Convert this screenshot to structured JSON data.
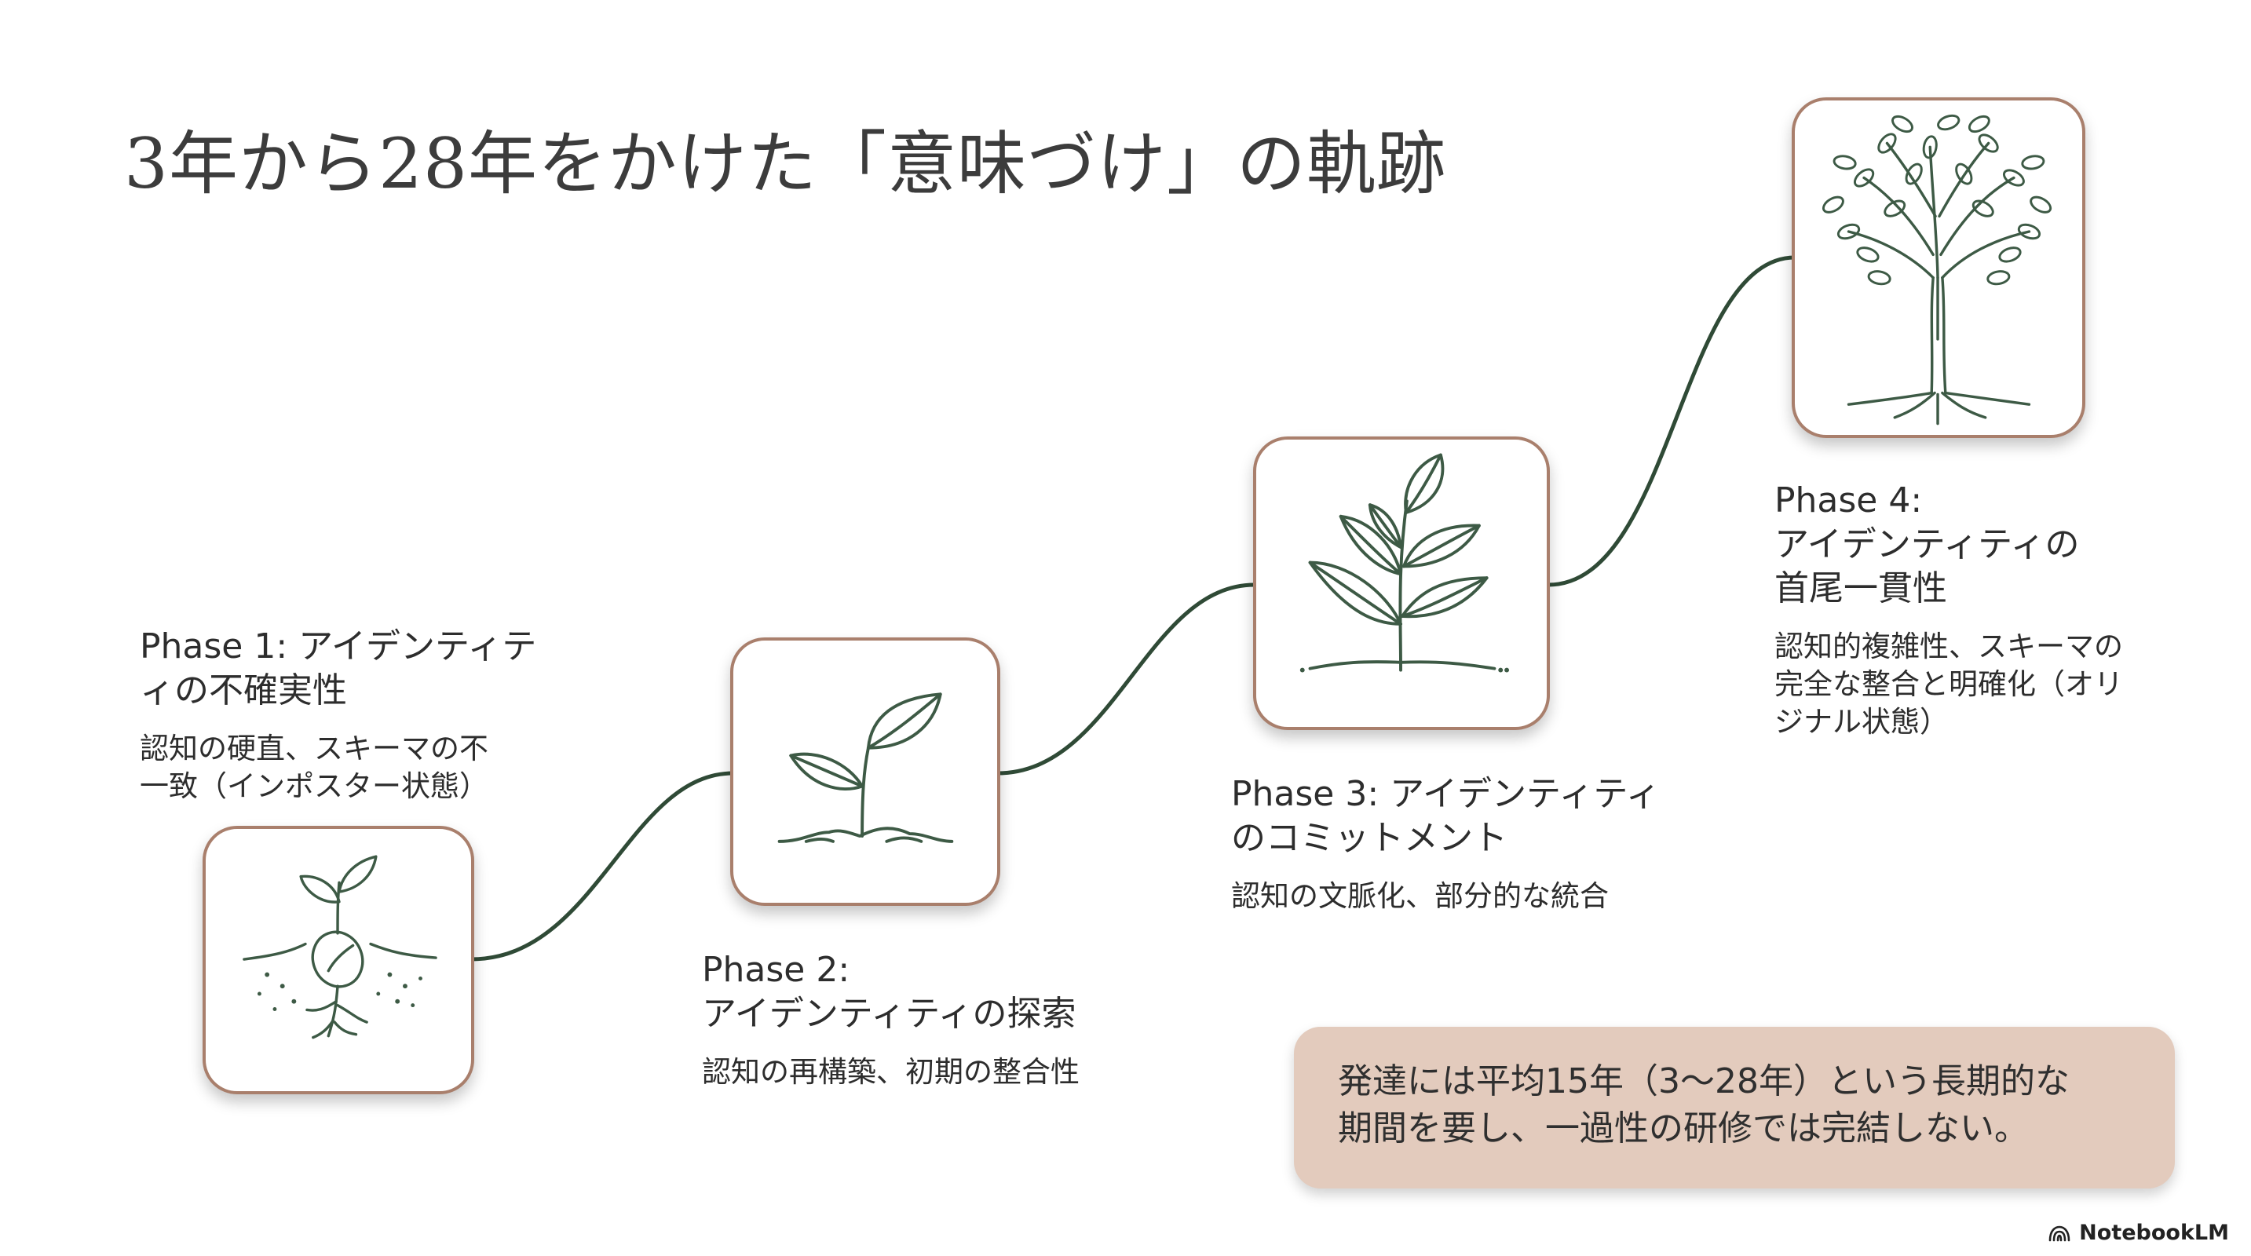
{
  "title": "3年から28年をかけた「意味づけ」の軌跡",
  "phases": [
    {
      "head": "Phase 1: アイデンティテ\nィの不確実性",
      "desc": "認知の硬直、スキーマの不\n一致（インポスター状態）",
      "icon": "seed-sprouting-icon"
    },
    {
      "head": "Phase 2:\nアイデンティティの探索",
      "desc": "認知の再構築、初期の整合性",
      "icon": "seedling-icon"
    },
    {
      "head": "Phase 3: アイデンティティ\nのコミットメント",
      "desc": "認知の文脈化、部分的な統合",
      "icon": "young-plant-icon"
    },
    {
      "head": "Phase 4:\nアイデンティティの\n首尾一貫性",
      "desc": "認知的複雑性、スキーマの\n完全な整合と明確化（オリ\nジナル状態）",
      "icon": "tree-icon"
    }
  ],
  "note": "発達には平均15年（3〜28年）という長期的な\n期間を要し、一過性の研修では完結しない。",
  "brand": "NotebookLM",
  "colors": {
    "line": "#2f4a36",
    "card_border": "#a97f6c",
    "note_bg": "#e3cbbd",
    "icon": "#3d5a45"
  }
}
